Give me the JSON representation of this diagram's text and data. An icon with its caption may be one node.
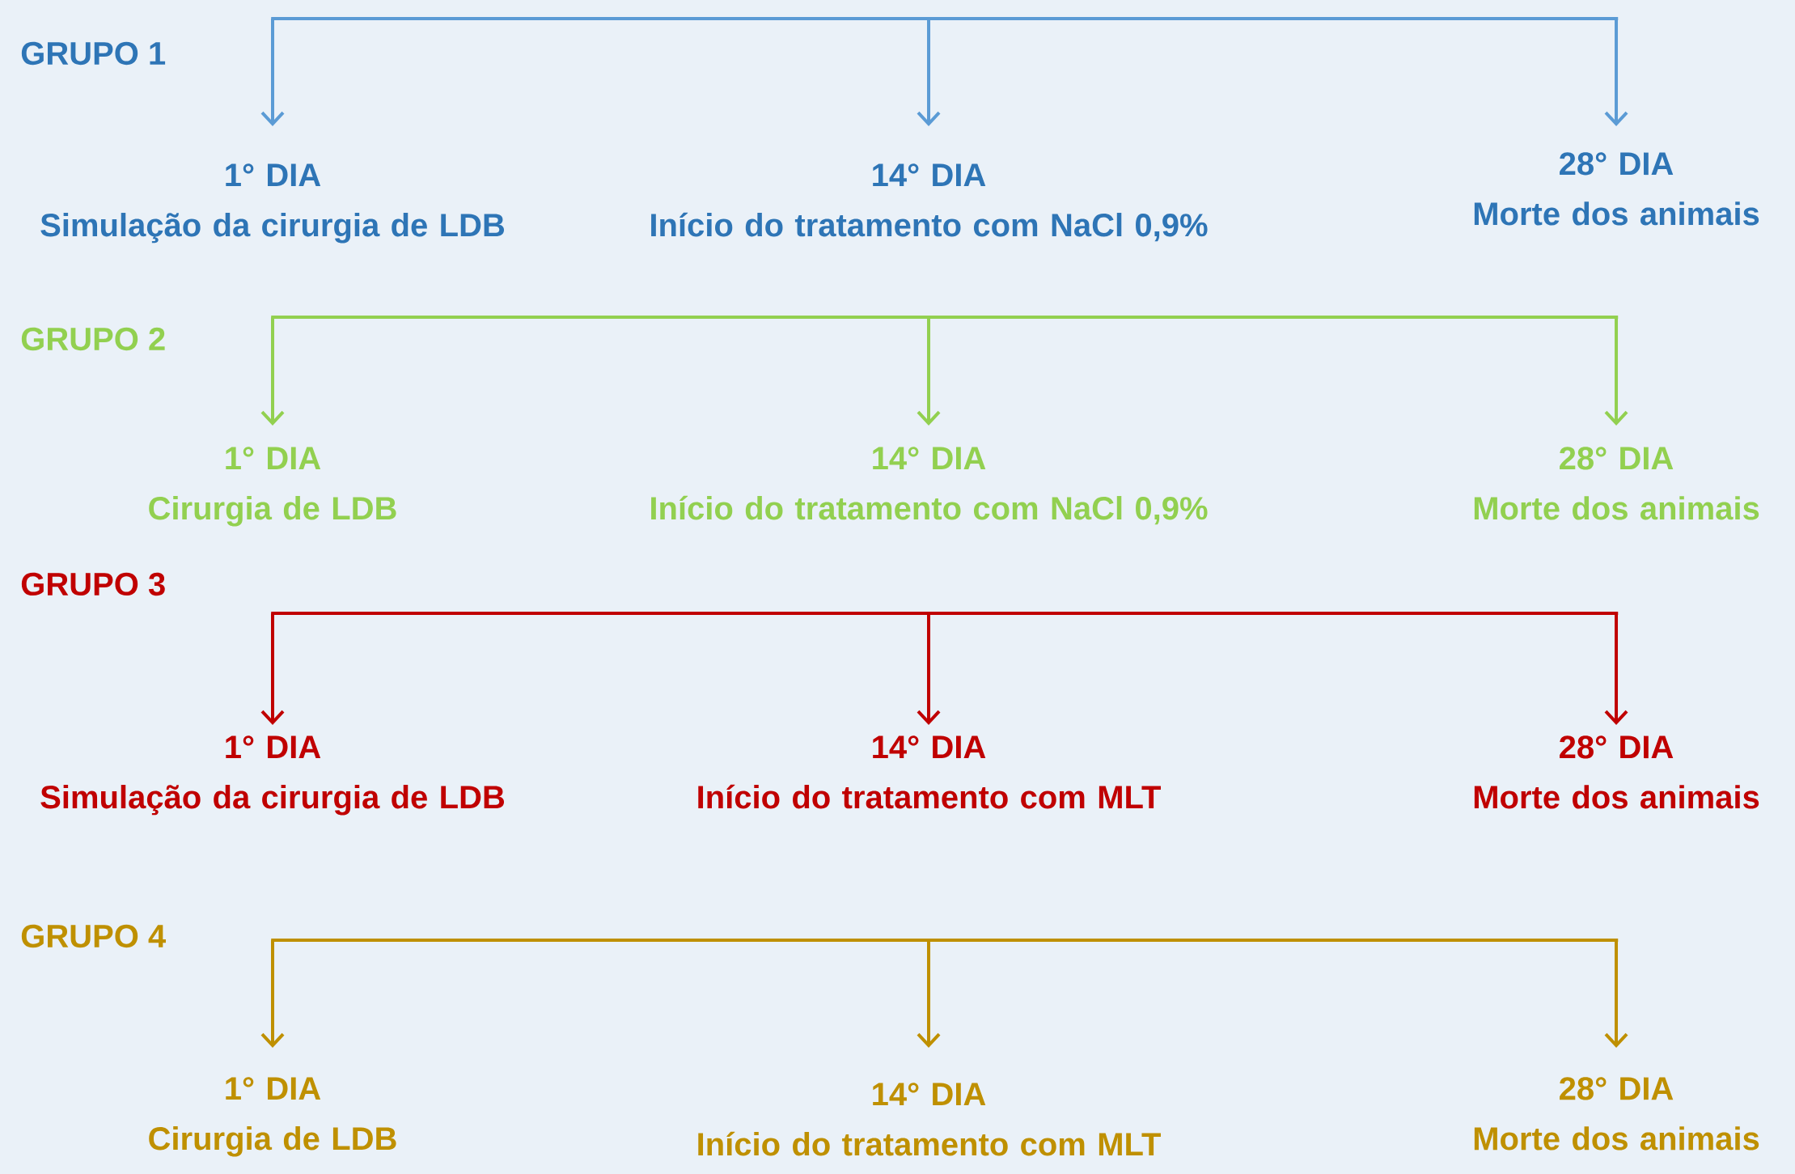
{
  "diagram": {
    "nodes": [
      {
        "text": [],
        "shape": "bar"
      },
      {
        "text": [
          "1° DIA",
          "Simulação da cirurgia de LDB"
        ]
      },
      {
        "text": [
          "14° DIA",
          "Início do tratamento com NaCl 0,9%"
        ]
      },
      {
        "text": [
          "28° DIA",
          "Morte dos animais"
        ]
      },
      {
        "text": [],
        "shape": "bar"
      },
      {
        "text": [
          "1° DIA",
          "Cirurgia de LDB"
        ]
      },
      {
        "text": [
          "14° DIA",
          "Início do tratamento com NaCl 0,9%"
        ]
      },
      {
        "text": [
          "28° DIA",
          "Morte dos animais"
        ]
      },
      {
        "text": [],
        "shape": "bar"
      },
      {
        "text": [
          "1° DIA",
          "Simulação da cirurgia de LDB"
        ]
      },
      {
        "text": [
          "14° DIA",
          "Início do tratamento com MLT"
        ]
      },
      {
        "text": [
          "28° DIA",
          "Morte dos animais"
        ]
      },
      {
        "text": [],
        "shape": "bar"
      },
      {
        "text": [
          "1° DIA",
          "Cirurgia de LDB"
        ]
      },
      {
        "text": [
          "14° DIA",
          "Início do tratamento com MLT"
        ]
      },
      {
        "text": [
          "28° DIA",
          "Morte dos animais"
        ]
      }
    ],
    "edges": [
      {
        "from": 0,
        "to": 1,
        "arrow": "to",
        "color": "#5b9bd5"
      },
      {
        "from": 0,
        "to": 2,
        "arrow": "to",
        "color": "#5b9bd5"
      },
      {
        "from": 0,
        "to": 3,
        "arrow": "to",
        "color": "#5b9bd5"
      },
      {
        "from": 4,
        "to": 5,
        "arrow": "to",
        "color": "#92d050"
      },
      {
        "from": 4,
        "to": 6,
        "arrow": "to",
        "color": "#92d050"
      },
      {
        "from": 4,
        "to": 7,
        "arrow": "to",
        "color": "#92d050"
      },
      {
        "from": 8,
        "to": 9,
        "arrow": "to",
        "color": "#c00000"
      },
      {
        "from": 8,
        "to": 10,
        "arrow": "to",
        "color": "#c00000"
      },
      {
        "from": 8,
        "to": 11,
        "arrow": "to",
        "color": "#c00000"
      },
      {
        "from": 12,
        "to": 13,
        "arrow": "to",
        "color": "#bf9000"
      },
      {
        "from": 12,
        "to": 14,
        "arrow": "to",
        "color": "#bf9000"
      },
      {
        "from": 12,
        "to": 15,
        "arrow": "to",
        "color": "#bf9000"
      }
    ],
    "labels": [
      "GRUPO 1",
      "GRUPO 2",
      "GRUPO 3",
      "GRUPO 4"
    ]
  }
}
